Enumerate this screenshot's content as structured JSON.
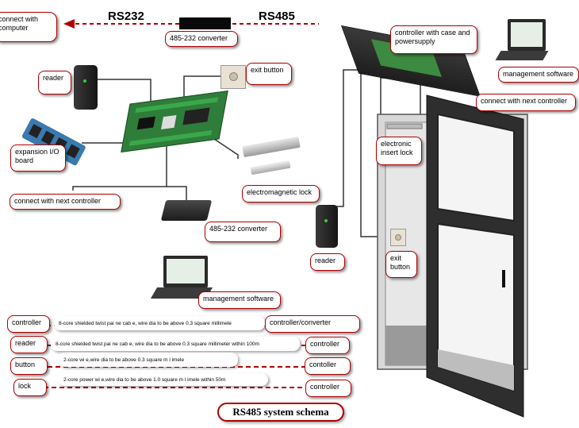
{
  "top": {
    "rs232": "RS232",
    "rs485": "RS485"
  },
  "labels": {
    "computer": "connect with\ncomputer",
    "conv_top": "485-232 converter",
    "reader_left": "reader",
    "exit_left": "exit button",
    "expansion": "expansion I/O\nboard",
    "em_lock": "electromagnetic lock",
    "next_left": "connect with next controller",
    "conv_mid": "485-232 converter",
    "mgmt_left": "management software",
    "ctrl_case": "controller with case and\npowersupply",
    "mgmt_right": "management software",
    "next_right": "connect with next controller",
    "insert_lock": "electronic\ninsert lock",
    "reader_right": "reader",
    "exit_right": "exit\nbutton"
  },
  "wiring": [
    {
      "left": "controller",
      "spec": "8-core shielded twist pai ne cab e, wire dia to be above 0.3 square millimele",
      "right": "controller/converter"
    },
    {
      "left": "reader",
      "spec": "8-core shielded twist pai ne cab e, wire dia to be above 0.3 square millimeter within 100m",
      "right": "controller"
    },
    {
      "left": "button",
      "spec": "2-core wi e,wire dia to be above 0.3 square m l imele",
      "right": "contoller"
    },
    {
      "left": "lock",
      "spec": "2-core power wi e,wire dia to be above 1.0 square m l imele within 50m",
      "right": "controller"
    }
  ],
  "title": "RS485 system schema",
  "colors": {
    "accent": "#b00000",
    "pcb": "#2f7d3a",
    "device": "#2a2a2a"
  }
}
